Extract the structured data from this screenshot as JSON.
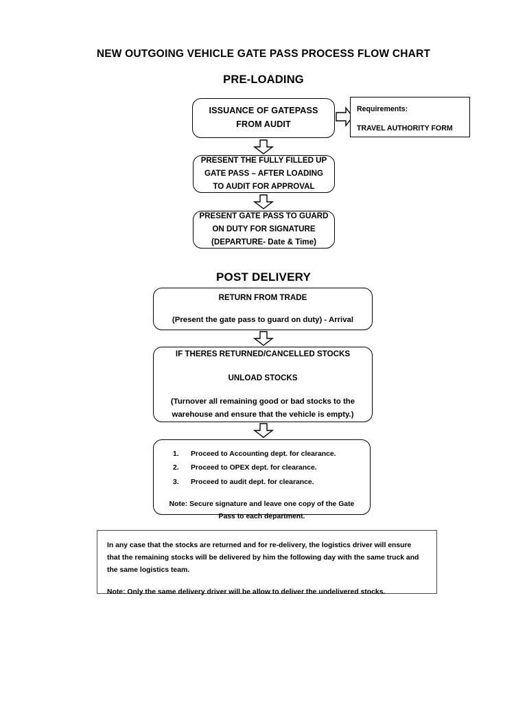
{
  "document": {
    "title": "NEW OUTGOING VEHICLE GATE PASS PROCESS FLOW CHART",
    "section_pre_loading": "PRE-LOADING",
    "section_post_delivery": "POST DELIVERY"
  },
  "pre_loading": {
    "step1": {
      "line1": "ISSUANCE OF GATEPASS",
      "line2": "FROM AUDIT"
    },
    "requirements": {
      "line1": "Requirements:",
      "line2": "TRAVEL AUTHORITY FORM"
    },
    "step2": {
      "line1": "PRESENT THE FULLY FILLED UP",
      "line2": "GATE PASS – AFTER LOADING",
      "line3": "TO AUDIT FOR APPROVAL"
    },
    "step3": {
      "line1": "PRESENT GATE PASS TO GUARD",
      "line2": "ON DUTY FOR SIGNATURE",
      "line3": "(DEPARTURE- Date & Time)"
    }
  },
  "post_delivery": {
    "step1": {
      "line1": "RETURN FROM TRADE",
      "line2": "(Present the gate pass to guard on duty) - Arrival"
    },
    "step2": {
      "line1": "IF THERES RETURNED/CANCELLED STOCKS",
      "line2": "UNLOAD STOCKS",
      "line3": "(Turnover all remaining good or bad stocks to the",
      "line4": "warehouse and ensure that the vehicle is empty.)"
    },
    "step3": {
      "items": [
        {
          "num": "1.",
          "text": "Proceed to Accounting dept. for clearance."
        },
        {
          "num": "2.",
          "text": "Proceed to OPEX dept.  for clearance."
        },
        {
          "num": "3.",
          "text": "Proceed to audit dept.  for clearance."
        }
      ],
      "note_line1": "Note: Secure signature and leave one copy of the Gate",
      "note_line2": "Pass to each department."
    }
  },
  "footer_note": {
    "paragraph1": "In any case that the stocks are returned and for re-delivery, the logistics driver will ensure that the remaining stocks will be delivered by him the following day with the same truck and the same logistics team.",
    "paragraph2": "Note: Only the same delivery driver will be allow to deliver the undelivered stocks."
  },
  "colors": {
    "ink": "#000000",
    "note_border": "#4a4a4a",
    "page": "#ffffff"
  }
}
